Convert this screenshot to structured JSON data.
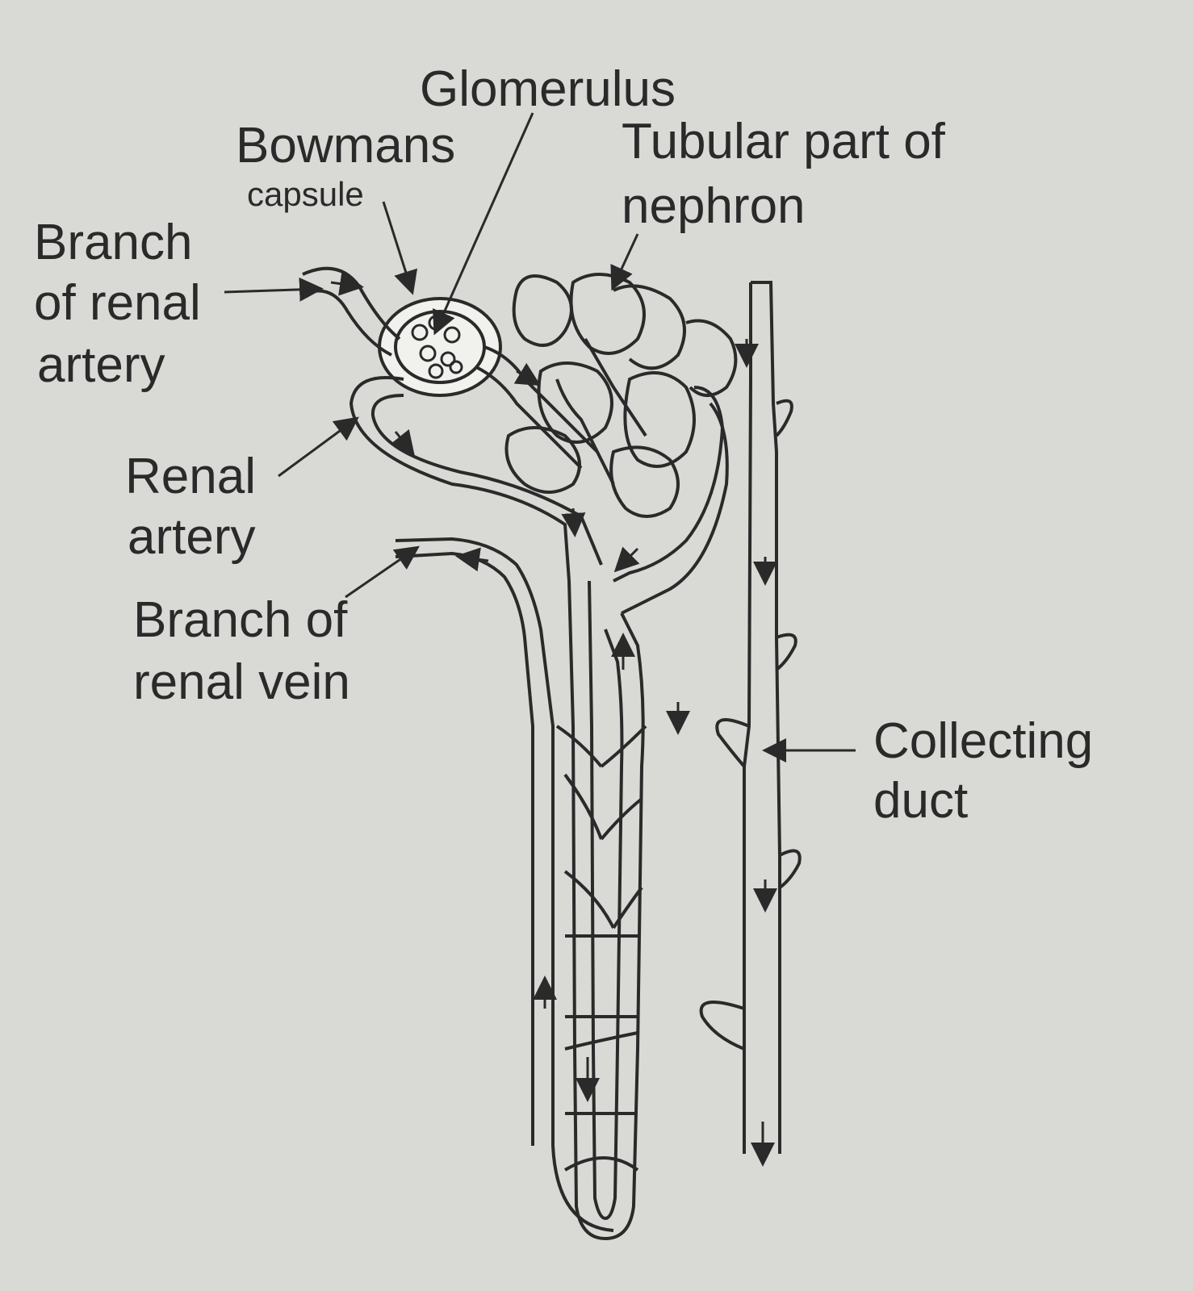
{
  "labels": {
    "glomerulus": "Glomerulus",
    "bowmans": "Bowmans",
    "capsule": "capsule",
    "tubular_1": "Tubular part of",
    "tubular_2": "nephron",
    "branch_artery_1": "Branch",
    "branch_artery_2": "of renal",
    "branch_artery_3": "artery",
    "renal_artery_1": "Renal",
    "renal_artery_2": "artery",
    "branch_vein_1": "Branch of",
    "branch_vein_2": "renal vein",
    "collecting_1": "Collecting",
    "collecting_2": "duct"
  },
  "colors": {
    "background": "#d9d9d6",
    "ink": "#2a2a2a",
    "tube_fill": "#f1f1ee"
  }
}
